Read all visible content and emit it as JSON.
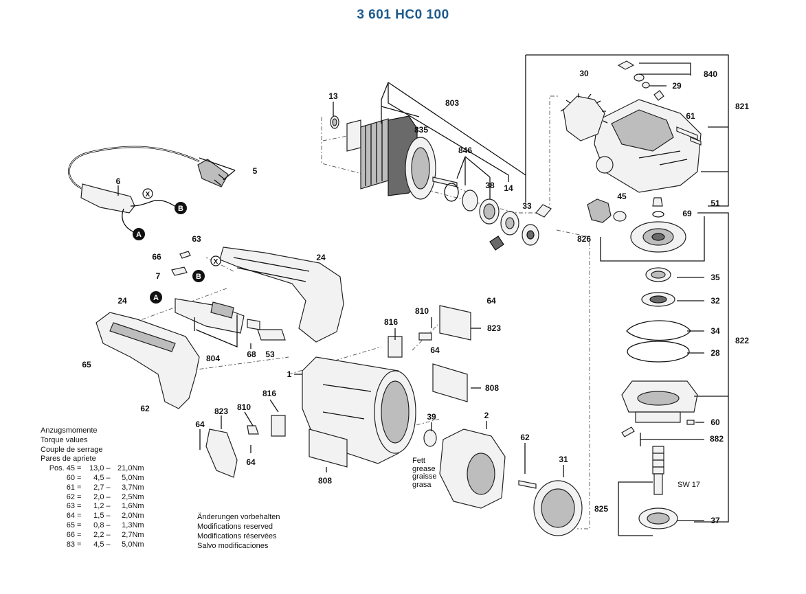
{
  "title": "3 601 HC0 100",
  "torque": {
    "headings": [
      "Anzugsmomente",
      "Torque values",
      "Couple de serrage",
      "Pares de apriete"
    ],
    "rows": [
      {
        "pos": "Pos. 45",
        "min": "13,0",
        "max": "21,0Nm"
      },
      {
        "pos": "60",
        "min": "4,5",
        "max": "5,0Nm"
      },
      {
        "pos": "61",
        "min": "2,7",
        "max": "3,7Nm"
      },
      {
        "pos": "62",
        "min": "2,0",
        "max": "2,5Nm"
      },
      {
        "pos": "63",
        "min": "1,2",
        "max": "1,6Nm"
      },
      {
        "pos": "64",
        "min": "1,5",
        "max": "2,0Nm"
      },
      {
        "pos": "65",
        "min": "0,8",
        "max": "1,3Nm"
      },
      {
        "pos": "66",
        "min": "2,2",
        "max": "2,7Nm"
      },
      {
        "pos": "83",
        "min": "4,5",
        "max": "5,0Nm"
      }
    ]
  },
  "notes": [
    "Änderungen vorbehalten",
    "Modifications reserved",
    "Modifications réservées",
    "Salvo modificaciones"
  ],
  "grease": [
    "Fett",
    "grease",
    "graisse",
    "grasa"
  ],
  "sw": "SW 17",
  "markers": {
    "a": "A",
    "b": "B",
    "x": "X"
  },
  "labels": {
    "p1": "1",
    "p2": "2",
    "p5": "5",
    "p6": "6",
    "p7": "7",
    "p13": "13",
    "p14": "14",
    "p24a": "24",
    "p24b": "24",
    "p28": "28",
    "p29": "29",
    "p30": "30",
    "p31": "31",
    "p32": "32",
    "p33": "33",
    "p34": "34",
    "p35": "35",
    "p37": "37",
    "p38": "38",
    "p39": "39",
    "p45": "45",
    "p51": "51",
    "p53": "53",
    "p60": "60",
    "p61": "61",
    "p62a": "62",
    "p62b": "62",
    "p63": "63",
    "p64a": "64",
    "p64b": "64",
    "p64c": "64",
    "p64d": "64",
    "p65": "65",
    "p66": "66",
    "p68": "68",
    "p69": "69",
    "p803": "803",
    "p804": "804",
    "p808a": "808",
    "p808b": "808",
    "p810a": "810",
    "p810b": "810",
    "p816a": "816",
    "p816b": "816",
    "p821": "821",
    "p822": "822",
    "p823a": "823",
    "p823b": "823",
    "p825": "825",
    "p826": "826",
    "p835": "835",
    "p840": "840",
    "p846": "846",
    "p882": "882"
  }
}
